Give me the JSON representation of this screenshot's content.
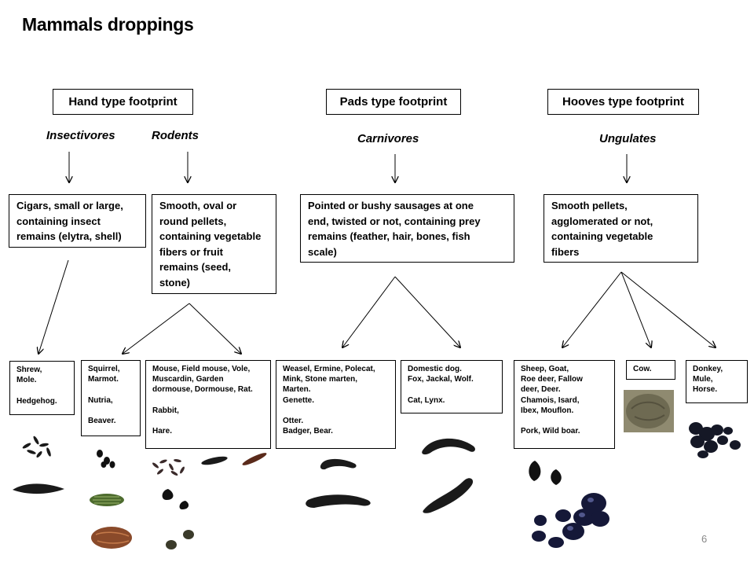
{
  "title": "Mammals droppings",
  "page_number": "6",
  "footprints": {
    "hand": "Hand type footprint",
    "pads": "Pads type footprint",
    "hooves": "Hooves type footprint"
  },
  "categories": {
    "insectivores": "Insectivores",
    "rodents": "Rodents",
    "carnivores": "Carnivores",
    "ungulates": "Ungulates"
  },
  "descriptions": {
    "insectivores": "Cigars, small or large,\ncontaining insect\nremains (elytra, shell)",
    "rodents": "Smooth, oval or\nround pellets,\ncontaining vegetable\nfibers or fruit\nremains (seed,\nstone)",
    "carnivores": "Pointed or bushy sausages at one\nend, twisted or not, containing prey\nremains (feather, hair, bones, fish\nscale)",
    "ungulates": "Smooth pellets,\nagglomerated or not,\ncontaining vegetable\nfibers"
  },
  "species": {
    "shrew": "Shrew,\nMole.\n\nHedgehog.",
    "squirrel": "Squirrel,\nMarmot.\n\nNutria,\n\nBeaver.",
    "mouse": "Mouse, Field mouse, Vole,\nMuscardin, Garden\ndormouse, Dormouse, Rat.\n\nRabbit,\n\nHare.",
    "weasel": "Weasel, Ermine, Polecat,\nMink, Stone marten,\nMarten.\nGenette.\n\nOtter.\nBadger, Bear.",
    "dog": "Domestic dog.\nFox, Jackal, Wolf.\n\nCat, Lynx.",
    "sheep": "Sheep, Goat,\nRoe deer, Fallow\ndeer, Deer.\nChamois, Isard,\nIbex, Mouflon.\n\nPork, Wild boar.",
    "cow": "Cow.",
    "donkey": "Donkey,\nMule,\nHorse."
  },
  "colors": {
    "line": "#000000",
    "dropping": "#1a1a1a",
    "cucumber": "#4d6b2e",
    "brown": "#8a4a2a",
    "cowpat": "#7a7660"
  }
}
